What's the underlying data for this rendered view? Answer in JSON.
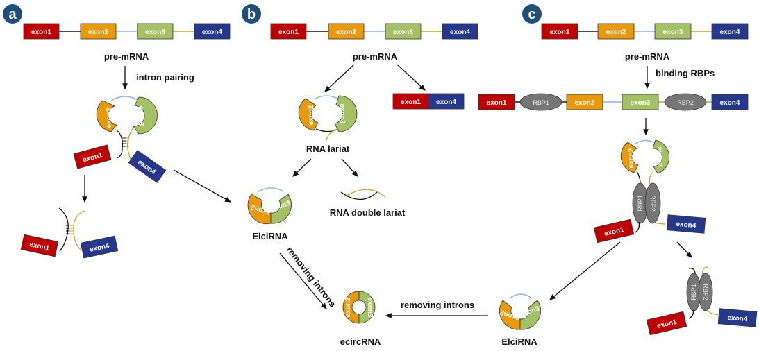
{
  "panels": {
    "a": {
      "letter": "a",
      "pre_mrna": "pre-mRNA",
      "step": "intron pairing"
    },
    "b": {
      "letter": "b",
      "pre_mrna": "pre-mRNA",
      "lariat": "RNA lariat",
      "double_lariat": "RNA double lariat",
      "elcirna": "ElciRNA",
      "removing": "removing introns",
      "ecircrna": "ecircRNA"
    },
    "c": {
      "letter": "c",
      "pre_mrna": "pre-mRNA",
      "step": "binding RBPs",
      "removing": "removing introns",
      "elcirna": "ElciRNA"
    }
  },
  "exons": {
    "e1": "exon1",
    "e2": "exon2",
    "e3": "exon3",
    "e4": "exon4"
  },
  "rbps": {
    "r1": "RBP1",
    "r2": "RBP2"
  },
  "colors": {
    "exon1": "#c00000",
    "exon2": "#e89a0c",
    "exon3": "#a4c263",
    "exon4": "#26388c",
    "rbp": "#767676",
    "panel_badge": "#1f4e79",
    "intron1": "#111111",
    "intron2": "#8fb4e3",
    "intron3": "#c9a227"
  }
}
